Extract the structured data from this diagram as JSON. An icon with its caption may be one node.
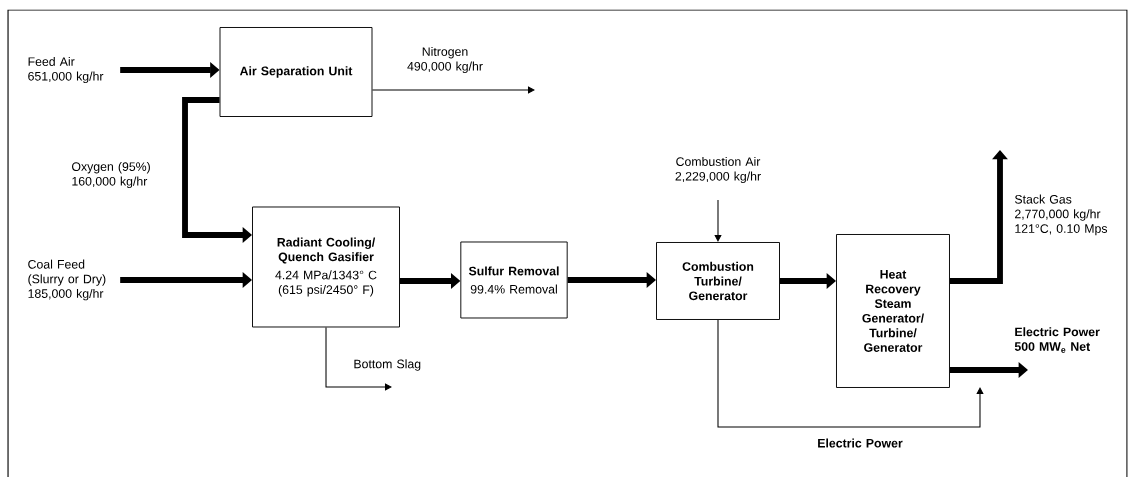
{
  "diagram": {
    "nodes": [
      {
        "text": [
          "Feed Air 651,000 kg/hr"
        ]
      },
      {
        "text": [
          "Air Separation Unit"
        ]
      },
      {
        "text": [
          "Coal Feed (Slurry or Dry) 185,000 kg/hr"
        ]
      },
      {
        "text": [
          "Radiant Cooling/ Quench Gasifier",
          "4.24 MPa/1343° C (615 psi/2450° F)"
        ]
      },
      {
        "text": [
          "Sulfur Removal",
          "99.4% Removal"
        ]
      },
      {
        "text": [
          "Combustion Turbine/ Generator"
        ]
      },
      {
        "text": [
          "Heat Recovery Steam Generator/ Turbine/ Generator"
        ]
      }
    ],
    "edges": [
      {
        "from": 0,
        "to": 1,
        "arrow": "to"
      },
      {
        "from": 1,
        "to": 3,
        "arrow": "to",
        "label": "Oxygen (95%) 160,000 kg/hr"
      },
      {
        "from": 1,
        "to": null,
        "arrow": "to",
        "label": "Nitrogen 490,000 kg/hr"
      },
      {
        "from": 2,
        "to": 3,
        "arrow": "to"
      },
      {
        "from": 3,
        "to": 4,
        "arrow": "to"
      },
      {
        "from": 3,
        "to": null,
        "arrow": "to",
        "label": "Bottom Slag"
      },
      {
        "from": 4,
        "to": 5,
        "arrow": "to"
      },
      {
        "from": null,
        "to": 5,
        "arrow": "to",
        "label": "Combustion Air 2,229,000 kg/hr"
      },
      {
        "from": 5,
        "to": 6,
        "arrow": "to"
      },
      {
        "from": 6,
        "to": null,
        "arrow": "to",
        "label": "Stack Gas 2,770,000 kg/hr 121°C, 0.10 Mps"
      },
      {
        "from": 6,
        "to": null,
        "arrow": "to",
        "label": "Electric Power 500 MW$_{e}$ Net"
      },
      {
        "from": 5,
        "to": null,
        "arrow": "to",
        "label": "Electric Power"
      }
    ]
  }
}
